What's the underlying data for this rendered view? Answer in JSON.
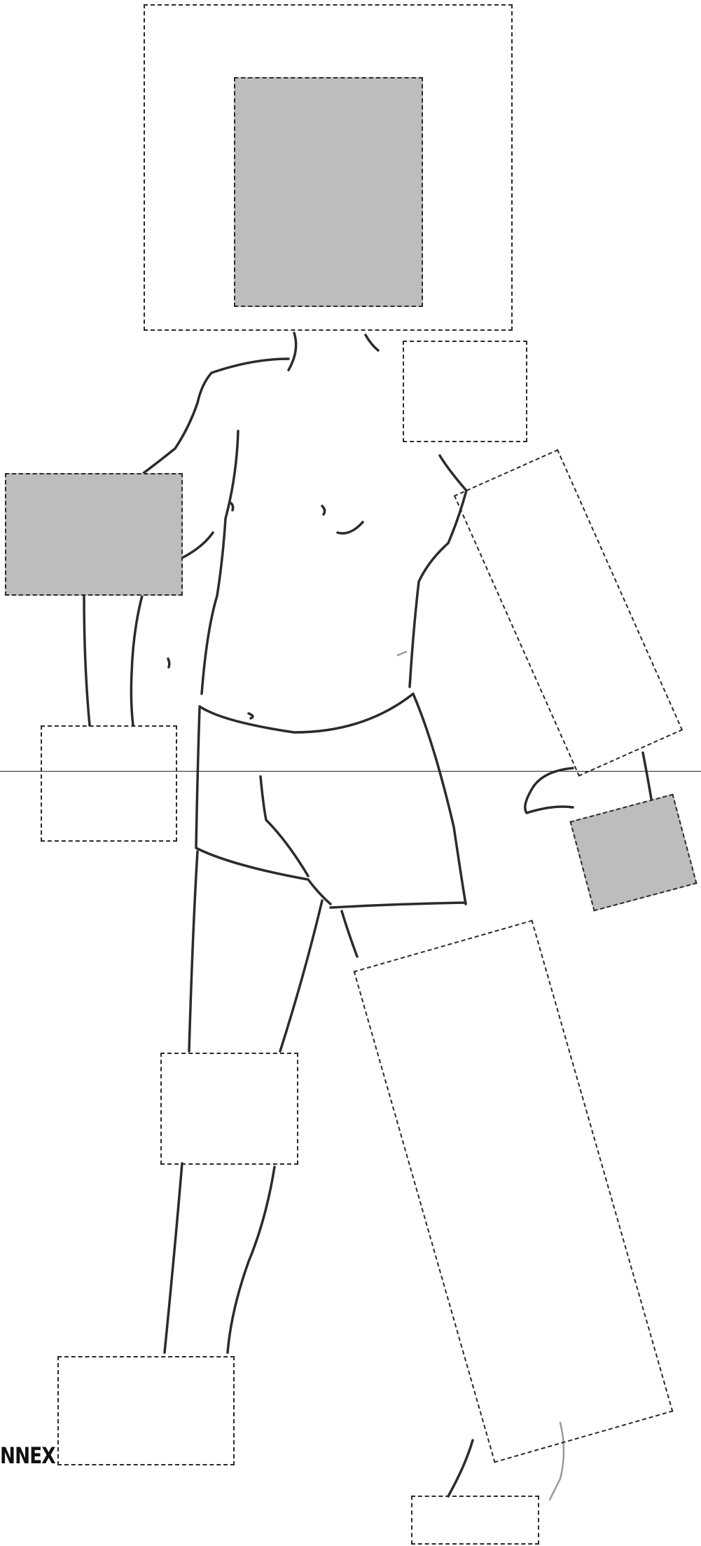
{
  "annex_label": "NNEX",
  "fill_color": "#bdbdbd",
  "line_color": "#2a2a2a",
  "regions": [
    {
      "name": "head-outer-box",
      "filled": false
    },
    {
      "name": "face-box",
      "filled": true
    },
    {
      "name": "left-shoulder-box",
      "filled": false
    },
    {
      "name": "right-upper-arm-box",
      "filled": true
    },
    {
      "name": "left-arm-box",
      "filled": false
    },
    {
      "name": "right-forearm-box",
      "filled": false
    },
    {
      "name": "left-hand-box",
      "filled": true
    },
    {
      "name": "right-knee-box",
      "filled": false
    },
    {
      "name": "left-leg-box",
      "filled": false
    },
    {
      "name": "right-foot-box",
      "filled": false
    },
    {
      "name": "left-foot-box",
      "filled": false
    }
  ]
}
